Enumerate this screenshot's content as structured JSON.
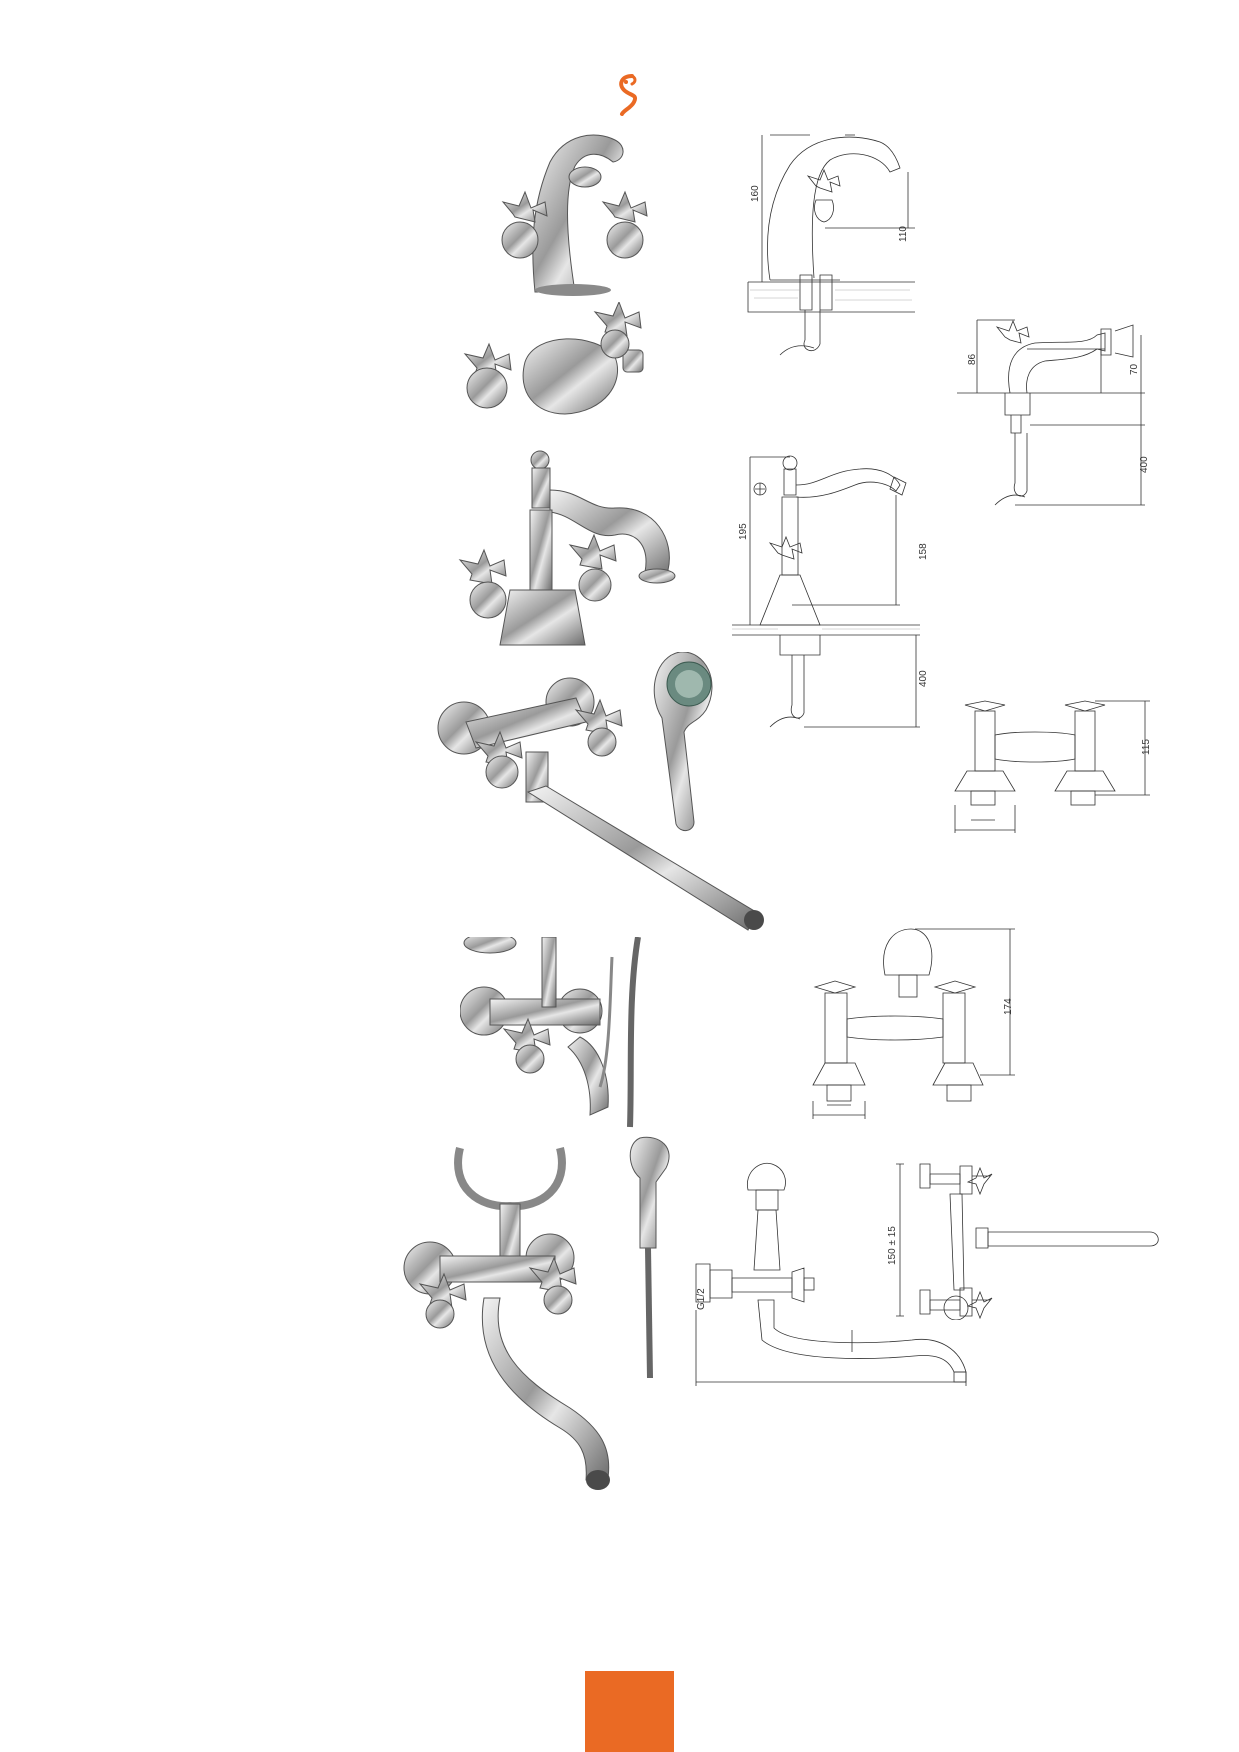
{
  "brand": {
    "accent": "#ea6a24",
    "logo_icon": "swirl-logo-icon"
  },
  "dimensions": {
    "basin_mixer_height": "160",
    "basin_mixer_spout": "110",
    "bidet_mixer_height": "86",
    "bidet_mixer_spout": "70",
    "bidet_hose": "400",
    "retro_mixer_height": "195",
    "retro_mixer_spout": "158",
    "retro_mixer_hose": "400",
    "bath_deck_mixer_height": "115",
    "deck_mixer_height": "174",
    "wall_mixer_thread": "G1/2",
    "wall_mixer_centres": "150 ± 15"
  },
  "page_marker": {
    "color": "#ea6a24"
  }
}
